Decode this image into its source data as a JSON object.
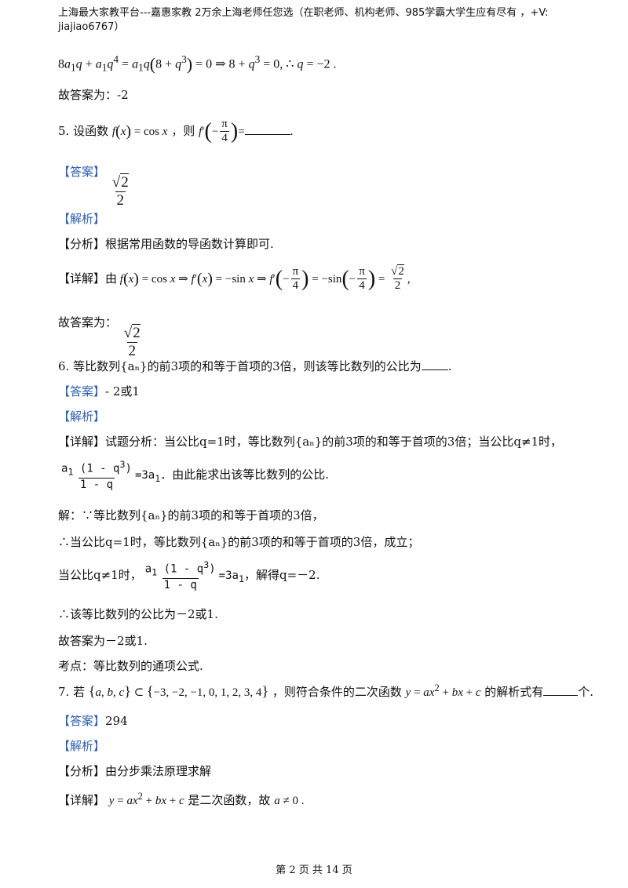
{
  "header": {
    "line1": "上海最大家教平台---嘉惠家教    2万余上海老师任您选（在职老师、机构老师、985学霸大学生应有尽有  ，+V:",
    "line2": "jiajiao6767）"
  },
  "footer": {
    "page": "第 2 页 共 14 页"
  },
  "labels": {
    "answer": "【答案】",
    "analysis": "【解析】",
    "fenxi": "【分析】",
    "detail": "【详解】"
  },
  "q4": {
    "tail": "故答案为：-2"
  },
  "q5": {
    "stem_pre": "5. 设函数",
    "stem_mid": "，则",
    "fenxi": "根据常用函数的导函数计算即可.",
    "conclude": "故答案为："
  },
  "q6": {
    "stem": "6. 等比数列{aₙ}的前3项的和等于首项的3倍，则该等比数列的公比为",
    "answer": "- 2或1",
    "detail1": "试题分析：当公比q=1时，等比数列{aₙ}的前3项的和等于首项的3倍；当公比q≠1时，",
    "detail2": "．由此能求出该等比数列的公比.",
    "sol1": "解：∵等比数列{aₙ}的前3项的和等于首项的3倍，",
    "sol2": "∴当公比q=1时，等比数列{aₙ}的前3项的和等于首项的3倍，成立；",
    "sol3_pre": "当公比q≠1时，",
    "sol3_post": "，解得q=－2.",
    "sol4": "∴该等比数列的公比为－2或1.",
    "sol5": "故答案为－2或1.",
    "kaodian": "考点：等比数列的通项公式."
  },
  "q7": {
    "stem_pre": "7. 若",
    "stem_mid": "，则符合条件的二次函数",
    "stem_post": "的解析式有",
    "stem_end": "个.",
    "answer": "294",
    "fenxi": "由分步乘法原理求解",
    "detail_mid": "是二次函数，故"
  }
}
